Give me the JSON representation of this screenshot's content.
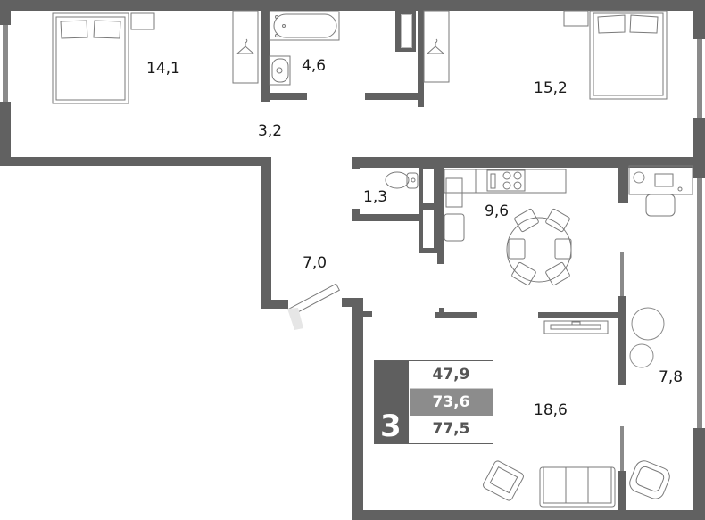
{
  "plan": {
    "type": "apartment-floor-plan",
    "rooms_count": "3",
    "areas": {
      "living": "47,9",
      "total": "73,6",
      "total_with_balcony": "77,5"
    },
    "rooms": [
      {
        "id": "bedroom-1",
        "label": "14,1"
      },
      {
        "id": "bathroom",
        "label": "4,6"
      },
      {
        "id": "bedroom-2",
        "label": "15,2"
      },
      {
        "id": "corridor",
        "label": "3,2"
      },
      {
        "id": "toilet",
        "label": "1,3"
      },
      {
        "id": "kitchen",
        "label": "9,6"
      },
      {
        "id": "hallway",
        "label": "7,0"
      },
      {
        "id": "balcony",
        "label": "7,8"
      },
      {
        "id": "living-room",
        "label": "18,6"
      }
    ],
    "colors": {
      "wall": "#616161",
      "window": "#8a8a8a",
      "furniture_line": "#7a7a7a",
      "accent_gray": "#8c8c8c"
    }
  }
}
